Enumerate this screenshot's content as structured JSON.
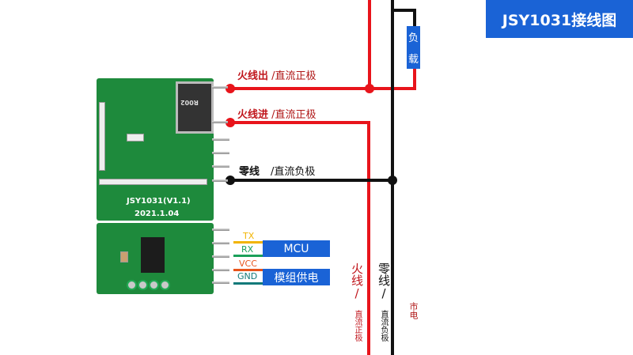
{
  "title": "JSY1031接线图",
  "load_label": [
    "负",
    "载"
  ],
  "wires": {
    "live_out": {
      "bold": "火线出",
      "rest": " /直流正极"
    },
    "live_in": {
      "bold": "火线进",
      "rest": " /直流正极"
    },
    "neutral": {
      "bold": "零线",
      "rest": "/直流负极"
    }
  },
  "signals": [
    {
      "name": "TX",
      "color": "#f2b400"
    },
    {
      "name": "RX",
      "color": "#1aa05a"
    },
    {
      "name": "VCC",
      "color": "#e8541b"
    },
    {
      "name": "GND",
      "color": "#137a7a"
    }
  ],
  "mcu_label": "MCU",
  "power_label": "模组供电",
  "vertical": {
    "live": "火线/",
    "live_sub": "直流正极",
    "neutral": "零线/",
    "neutral_sub": "直流负极",
    "mains": "市电"
  },
  "pcb": {
    "model": "JSY1031(V1.1)",
    "date": "2021.1.04",
    "shunt": "R002"
  },
  "colors": {
    "accent": "#1a63d6",
    "live": "#e8141b",
    "neutral": "#111111",
    "pcb": "#1e8a3c"
  }
}
